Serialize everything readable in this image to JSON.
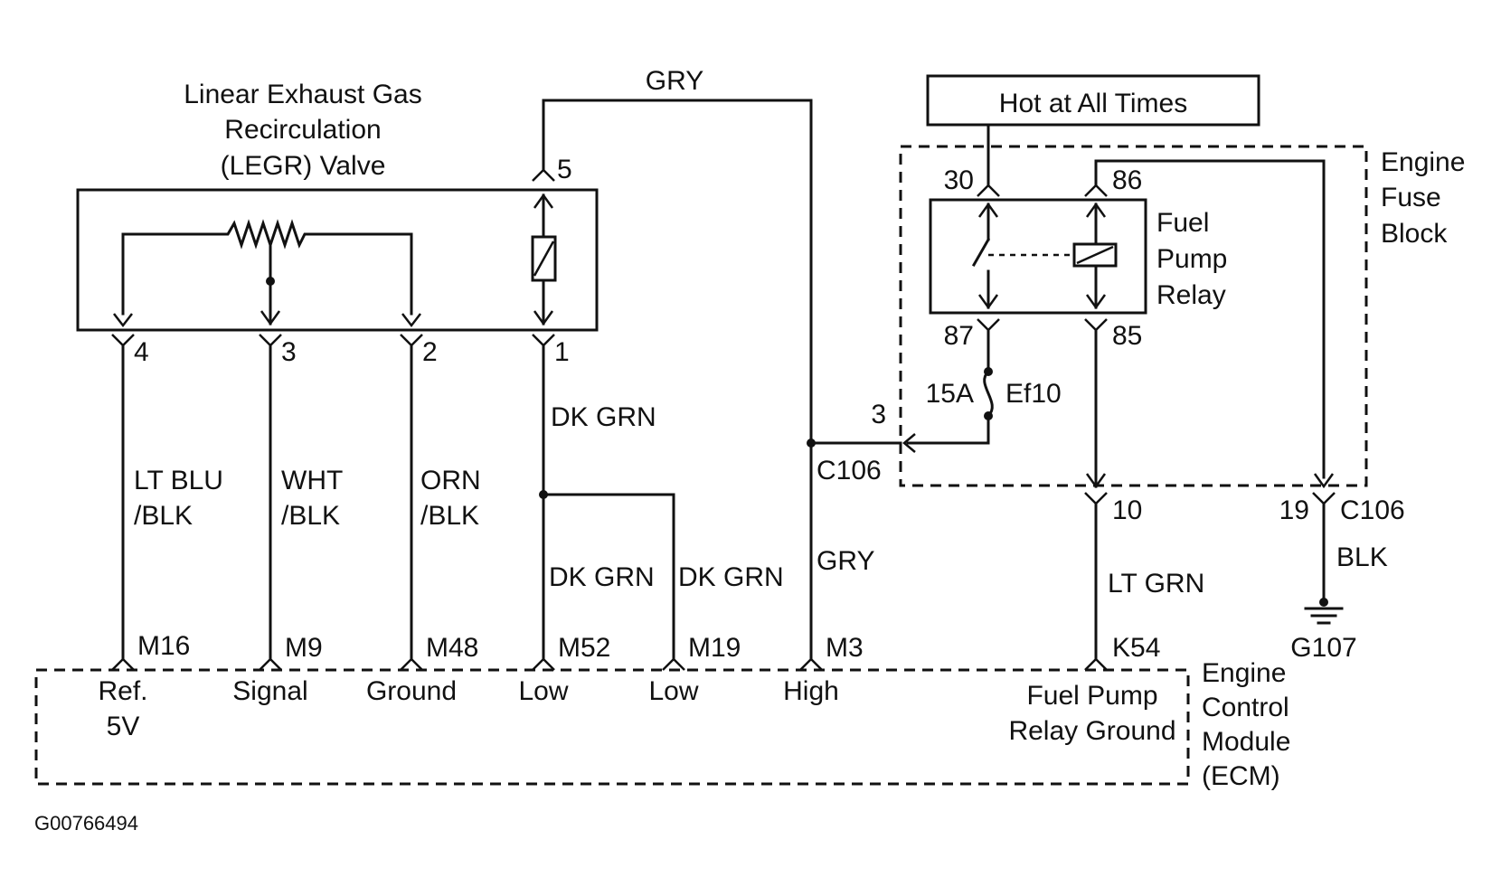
{
  "legr": {
    "title_line1": "Linear Exhaust Gas",
    "title_line2": "Recirculation",
    "title_line3": "(LEGR) Valve",
    "pins": {
      "p4": "4",
      "p3": "3",
      "p2": "2",
      "p1": "1",
      "p5": "5"
    }
  },
  "wires": {
    "pin4_color_line1": "LT BLU",
    "pin4_color_line2": "/BLK",
    "pin3_color_line1": "WHT",
    "pin3_color_line2": "/BLK",
    "pin2_color_line1": "ORN",
    "pin2_color_line2": "/BLK",
    "pin1_upper": "DK GRN",
    "pin1_lower": "DK GRN",
    "m19_branch": "DK GRN",
    "top_gray": "GRY",
    "m3_gray": "GRY",
    "relay_ground": "LT GRN",
    "ground_blk": "BLK"
  },
  "fuse_block": {
    "hot_label": "Hot at All Times",
    "title_line1": "Engine",
    "title_line2": "Fuse",
    "title_line3": "Block",
    "relay_line1": "Fuel",
    "relay_line2": "Pump",
    "relay_line3": "Relay",
    "pins": {
      "p30": "30",
      "p86": "86",
      "p87": "87",
      "p85": "85"
    },
    "fuse_rating": "15A",
    "fuse_id": "Ef10"
  },
  "connectors": {
    "c106_pin3": "3",
    "c106_label_left": "C106",
    "c106_pin10": "10",
    "c106_pin19": "19",
    "c106_label_right": "C106",
    "ground_id": "G107"
  },
  "ecm": {
    "title_line1": "Engine",
    "title_line2": "Control",
    "title_line3": "Module",
    "title_line4": "(ECM)",
    "pins": {
      "m16": "M16",
      "m9": "M9",
      "m48": "M48",
      "m52": "M52",
      "m19": "M19",
      "m3": "M3",
      "k54": "K54"
    },
    "labels": {
      "ref_line1": "Ref.",
      "ref_line2": "5V",
      "signal": "Signal",
      "ground": "Ground",
      "low1": "Low",
      "low2": "Low",
      "high": "High",
      "fprg_line1": "Fuel Pump",
      "fprg_line2": "Relay Ground"
    }
  },
  "figure_id": "G00766494"
}
